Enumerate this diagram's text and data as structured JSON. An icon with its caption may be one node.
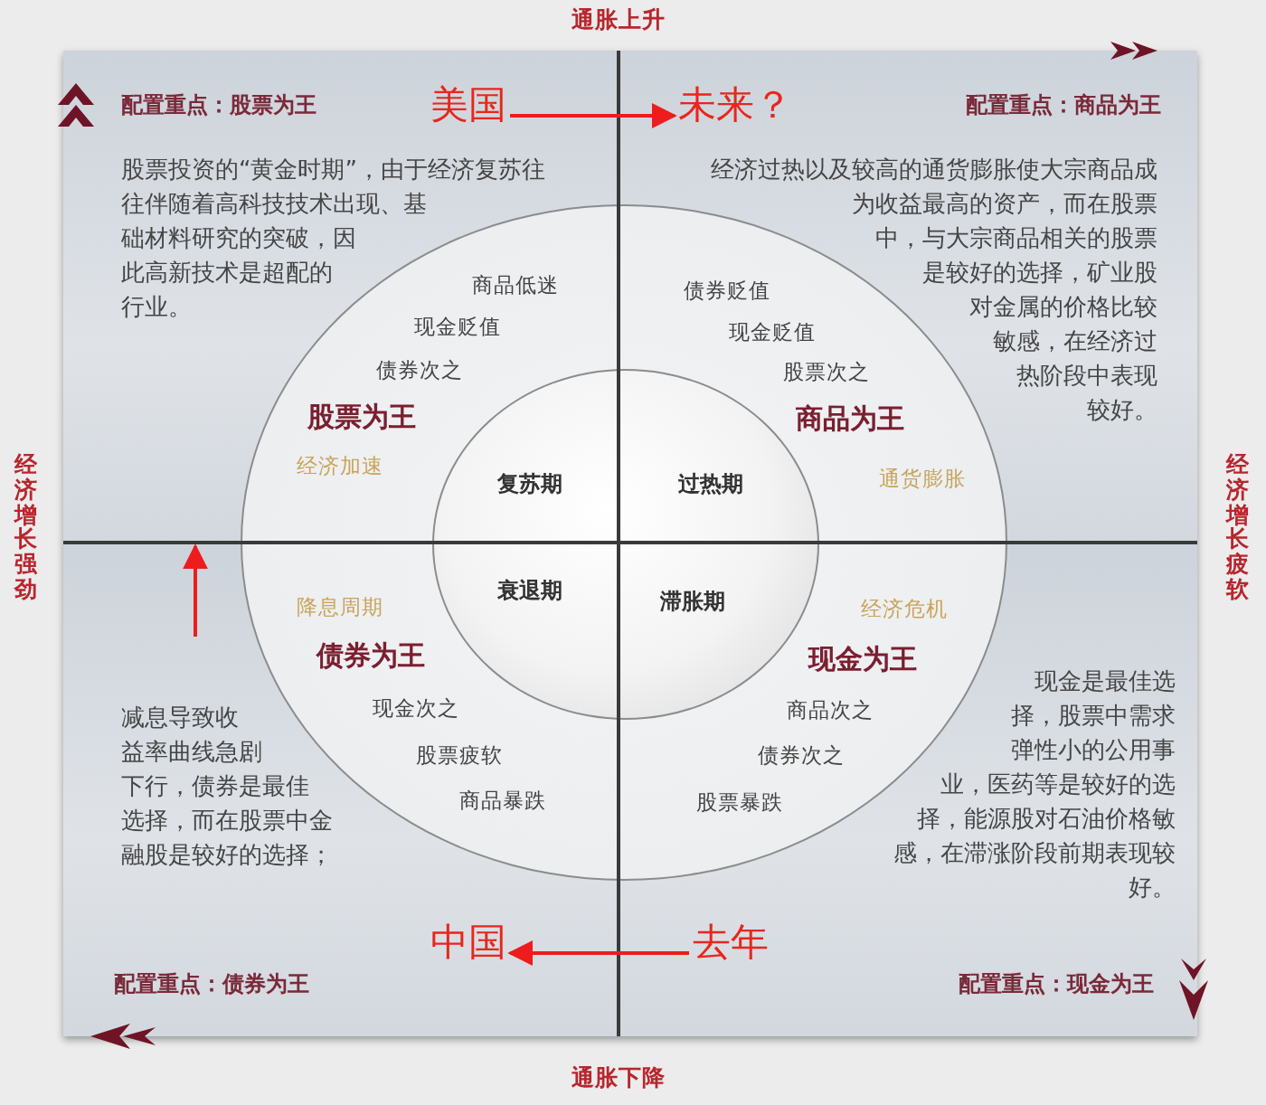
{
  "diagram": {
    "nodes": [
      {
        "text": [
          "配置重点：股票为王",
          "股票投资的“黄金时期”，由于经济复苏往往伴随着高科技技术出现、基础材料研究的突破，因此高新技术是超配的行业。"
        ]
      },
      {
        "text": [
          "配置重点：商品为王",
          "经济过热以及较高的通货膨胀使大宗商品成为收益最高的资产，而在股票中，与大宗商品相关的股票是较好的选择，矿业股对金属的价格比较敏感，在经济过热阶段中表现较好。"
        ]
      },
      {
        "text": [
          "减息导致收益率曲线急剧下行，债券是最佳选择，而在股票中金融股是较好的选择；",
          "配置重点：债券为王"
        ]
      },
      {
        "text": [
          "现金是最佳选择，股票中需求弹性小的公用事业，医药等是较好的选择，能源股对石油价格敏感，在滞涨阶段前期表现较好。",
          "配置重点：现金为王"
        ]
      },
      {
        "text": [],
        "shape": "circle"
      },
      {
        "text": [
          "商品低迷",
          "现金贬值",
          "债券次之",
          "股票为王",
          "经济加速"
        ]
      },
      {
        "text": [
          "债券贬值",
          "现金贬值",
          "股票次之",
          "商品为王",
          "通货膨胀"
        ]
      },
      {
        "text": [
          "降息周期",
          "债券为王",
          "现金次之",
          "股票疲软",
          "商品暴跌"
        ]
      },
      {
        "text": [
          "经济危机",
          "现金为王",
          "商品次之",
          "债券次之",
          "股票暴跌"
        ]
      },
      {
        "text": [],
        "shape": "circle",
        "in": 4
      },
      {
        "text": [
          "复苏期"
        ]
      },
      {
        "text": [
          "过热期"
        ]
      },
      {
        "text": [
          "衰退期"
        ]
      },
      {
        "text": [
          "滞胀期"
        ]
      },
      {
        "text": [
          "美国"
        ],
        "in": 0
      },
      {
        "text": [
          "未来？"
        ],
        "in": 1
      },
      {
        "text": [
          "中国"
        ],
        "in": 2
      },
      {
        "text": [
          "去年"
        ],
        "in": 3
      }
    ],
    "edges": [
      {
        "from": 14,
        "to": 15,
        "arrow": "to"
      },
      {
        "from": 17,
        "to": 16,
        "arrow": "to"
      },
      {
        "from": null,
        "to": 0,
        "arrow": "to"
      }
    ],
    "labels": [
      "通胀上升",
      "经济增长强劲",
      "经济增长疲软",
      "通胀下降"
    ]
  }
}
